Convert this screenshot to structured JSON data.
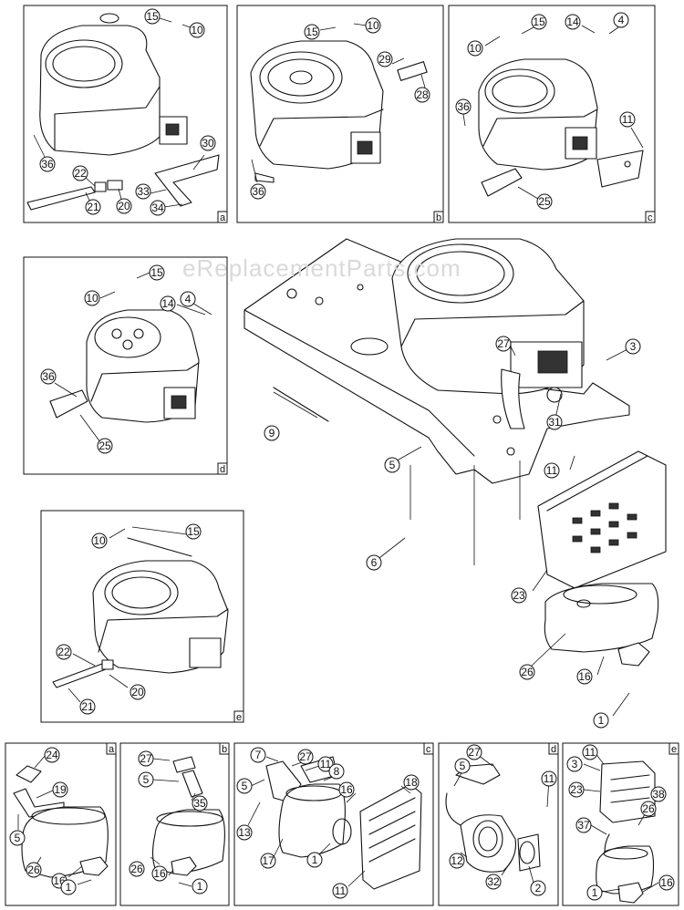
{
  "watermark": "eReplacementParts.com",
  "panel_letters": {
    "top_a": "a",
    "top_b": "b",
    "top_c": "c",
    "mid_d": "d",
    "mid_e": "e",
    "bot_a": "a",
    "bot_b": "b",
    "bot_c": "c",
    "bot_d": "d",
    "bot_e": "e"
  },
  "callouts": {
    "ta_15": "15",
    "ta_10": "10",
    "ta_36": "36",
    "ta_30": "30",
    "ta_22": "22",
    "ta_33": "33",
    "ta_21": "21",
    "ta_20": "20",
    "ta_34": "34",
    "tb_15": "15",
    "tb_10": "10",
    "tb_29": "29",
    "tb_28": "28",
    "tb_36": "36",
    "tc_15": "15",
    "tc_14": "14",
    "tc_4": "4",
    "tc_10": "10",
    "tc_36": "36",
    "tc_11": "11",
    "tc_25": "25",
    "md_15": "15",
    "md_10": "10",
    "md_14": "14",
    "md_4": "4",
    "md_36": "36",
    "md_25": "25",
    "m_27": "27",
    "m_3": "3",
    "m_9": "9",
    "m_31": "31",
    "m_5": "5",
    "m_11": "11",
    "m_6": "6",
    "m_23": "23",
    "m_26": "26",
    "m_16": "16",
    "m_1": "1",
    "me_10": "10",
    "me_15": "15",
    "me_22": "22",
    "me_20": "20",
    "me_21": "21",
    "ba_24": "24",
    "ba_19": "19",
    "ba_5": "5",
    "ba_26": "26",
    "ba_16": "16",
    "ba_1": "1",
    "bb_27": "27",
    "bb_5": "5",
    "bb_35": "35",
    "bb_26": "26",
    "bb_16": "16",
    "bb_1": "1",
    "bc_7": "7",
    "bc_27": "27",
    "bc_11a": "11",
    "bc_8": "8",
    "bc_5": "5",
    "bc_16": "16",
    "bc_18": "18",
    "bc_13": "13",
    "bc_17": "17",
    "bc_1": "1",
    "bc_11b": "11",
    "bd_27": "27",
    "bd_5": "5",
    "bd_11": "11",
    "bd_12": "12",
    "bd_32": "32",
    "bd_2": "2",
    "be_11": "11",
    "be_3": "3",
    "be_23": "23",
    "be_38": "38",
    "be_26": "26",
    "be_37": "37",
    "be_1": "1",
    "be_16": "16"
  }
}
